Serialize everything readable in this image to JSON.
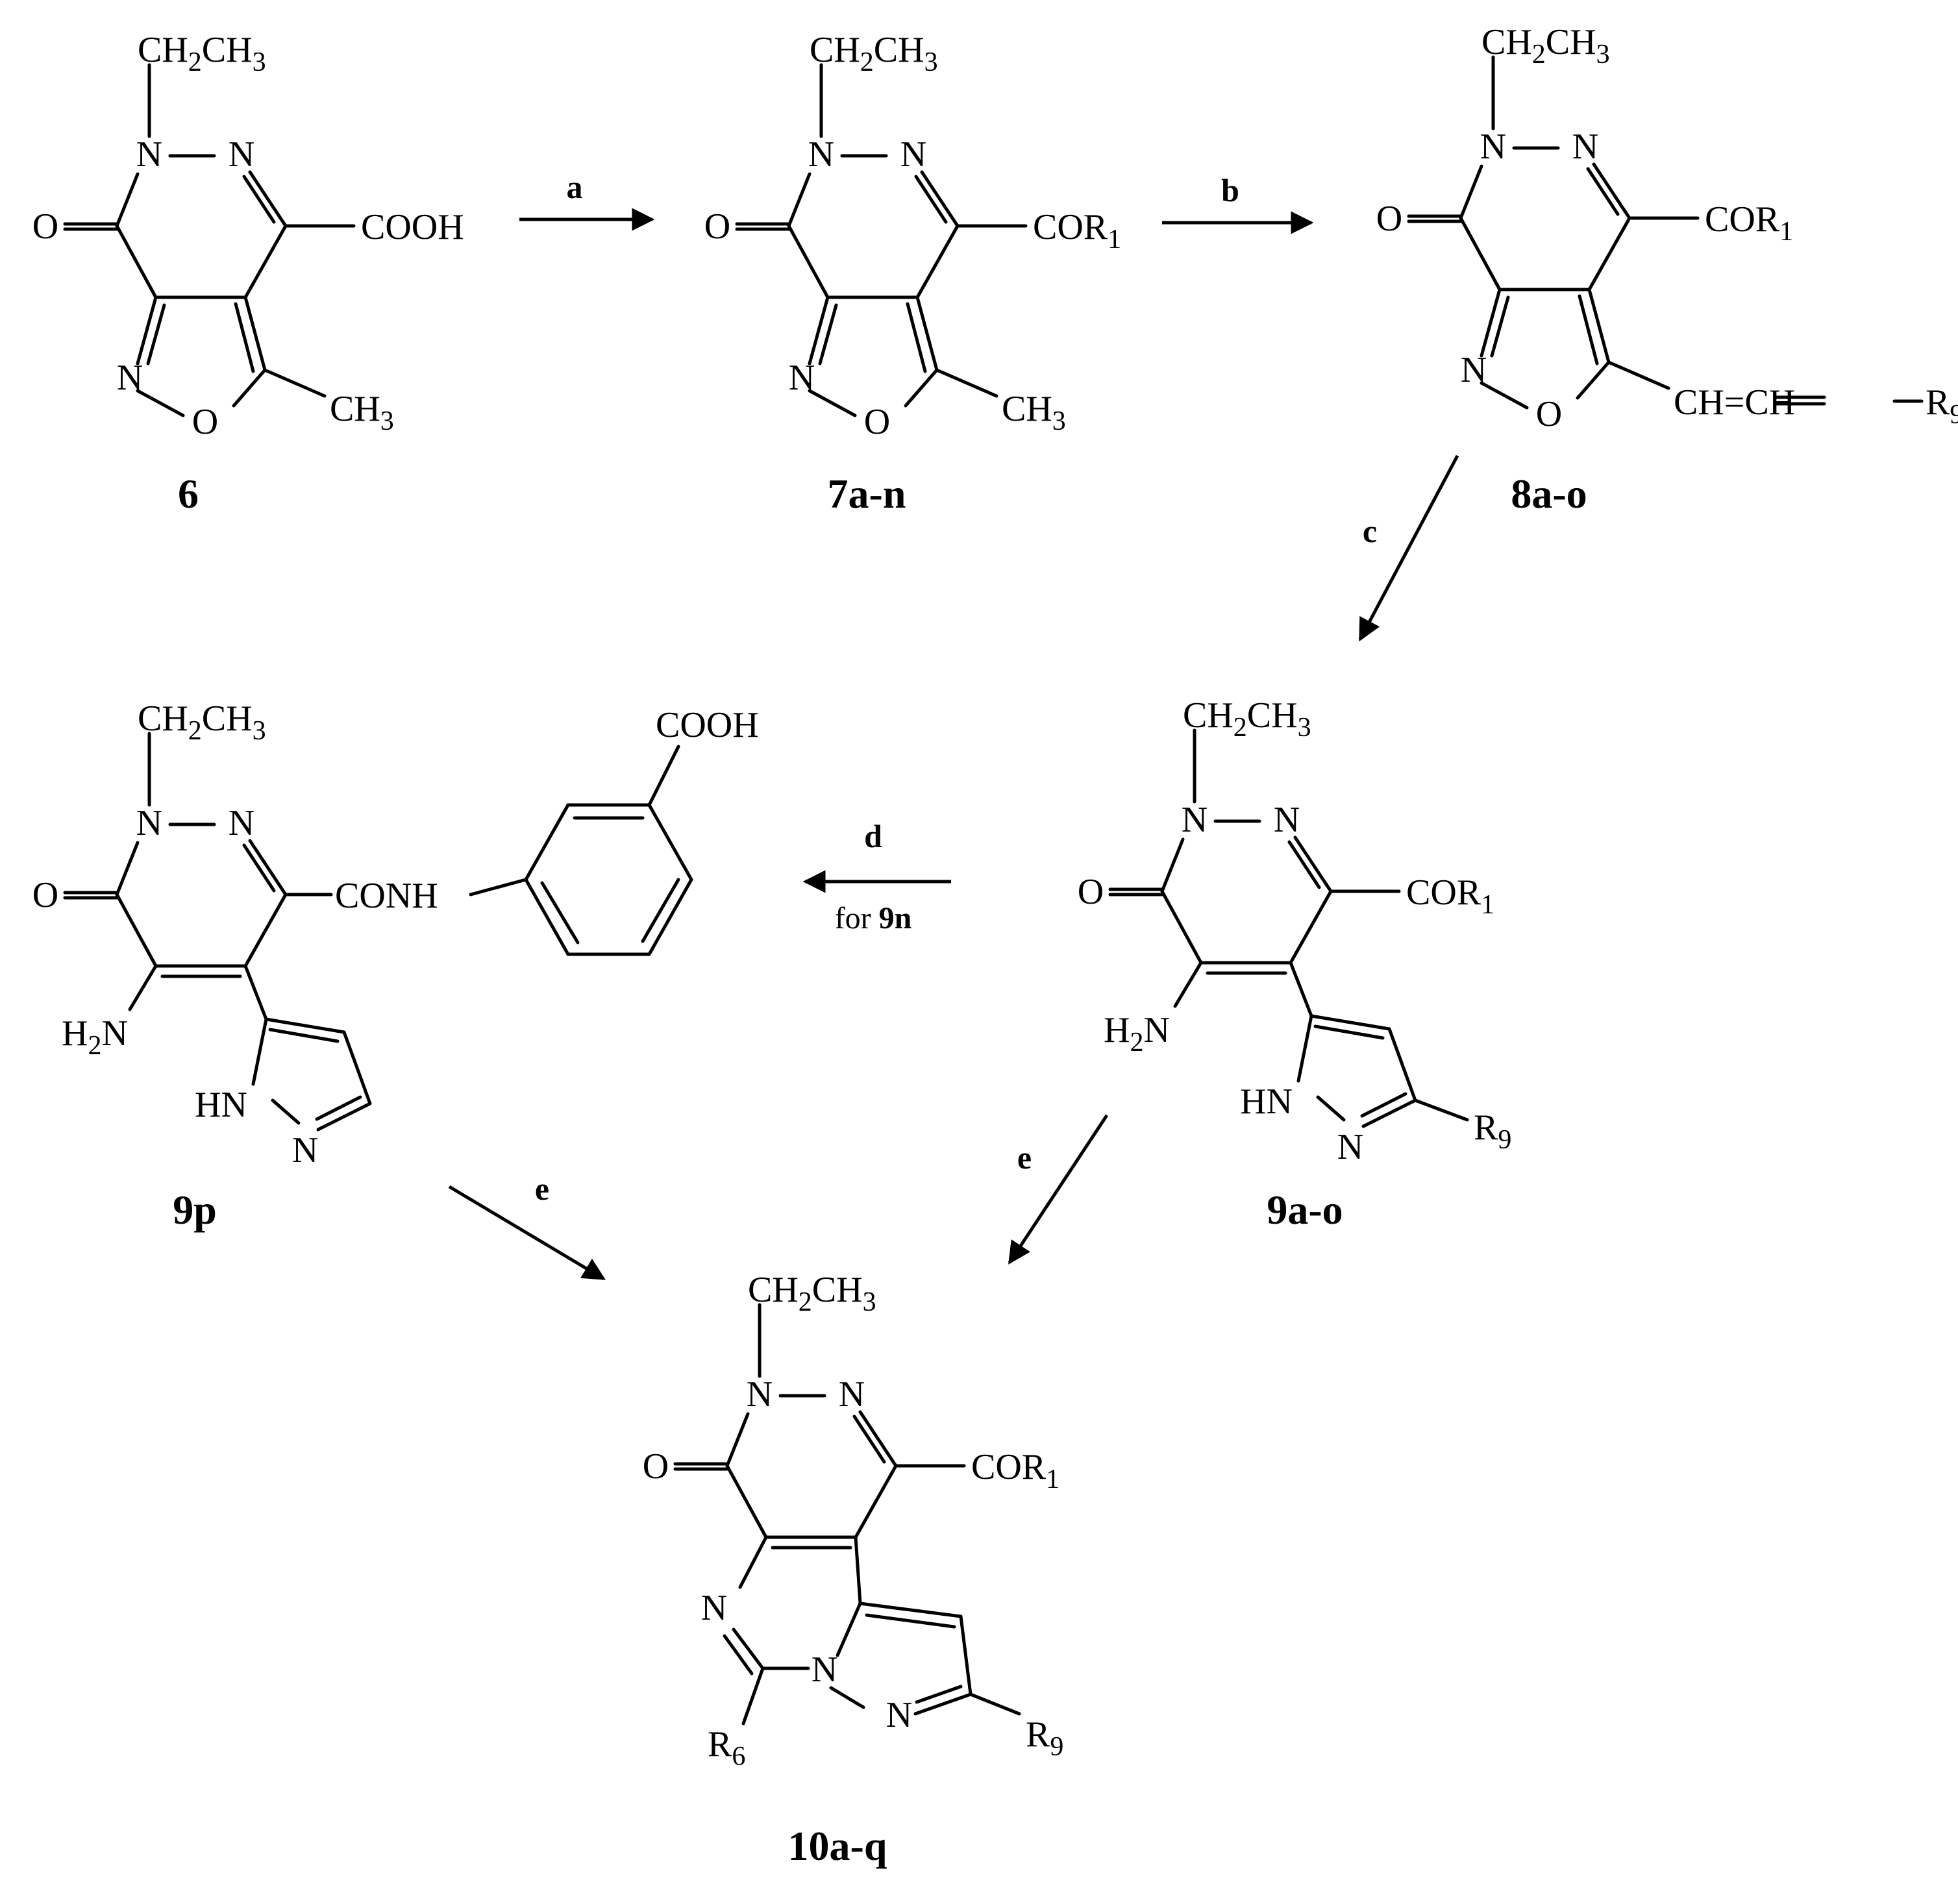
{
  "groups": {
    "ethyl": "CH2CH3",
    "cooh": "COOH",
    "cor1": "COR1",
    "conh": "CONH",
    "methyl": "CH3",
    "vinyl": "CH=CH",
    "amino": "H2N",
    "hn": "HN",
    "r9": "R9",
    "r6": "R6",
    "n": "N",
    "o": "O"
  },
  "compounds": [
    {
      "id": "6",
      "label": "6"
    },
    {
      "id": "7",
      "label": "7a-n"
    },
    {
      "id": "8",
      "label": "8a-o"
    },
    {
      "id": "9",
      "label": "9a-o"
    },
    {
      "id": "9p",
      "label": "9p"
    },
    {
      "id": "10",
      "label": "10a-q"
    }
  ],
  "steps": [
    {
      "id": "a",
      "label": "a"
    },
    {
      "id": "b",
      "label": "b"
    },
    {
      "id": "c",
      "label": "c"
    },
    {
      "id": "d",
      "label": "d",
      "condition_prefix": "for ",
      "condition_compound": "9n"
    },
    {
      "id": "e1",
      "label": "e"
    },
    {
      "id": "e2",
      "label": "e"
    }
  ]
}
